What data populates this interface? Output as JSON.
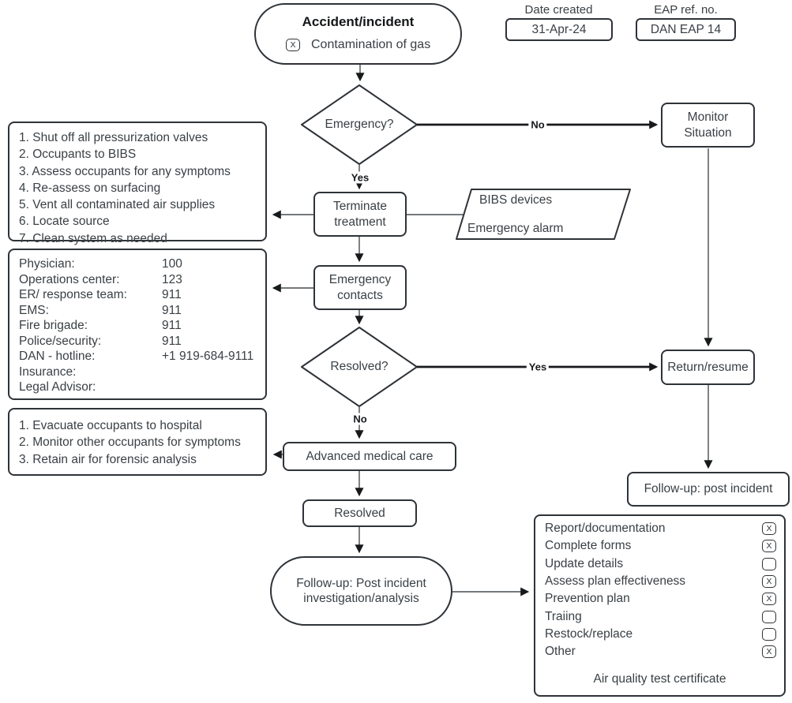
{
  "header": {
    "date_created": {
      "label": "Date created",
      "value": "31-Apr-24"
    },
    "eap_ref": {
      "label": "EAP ref. no.",
      "value": "DAN EAP 14"
    }
  },
  "start": {
    "title": "Accident/incident",
    "checkbox_mark": "X",
    "checkbox_label": "Contamination of gas"
  },
  "decisions": {
    "emergency": {
      "label": "Emergency?",
      "yes": "Yes",
      "no": "No"
    },
    "resolved": {
      "label": "Resolved?",
      "yes": "Yes",
      "no": "No"
    }
  },
  "nodes": {
    "monitor": "Monitor Situation",
    "terminate": "Terminate treatment",
    "bibs": {
      "line1": "BIBS devices",
      "line2": "Emergency alarm"
    },
    "contacts": "Emergency contacts",
    "return": "Return/resume",
    "advanced": "Advanced medical care",
    "resolved_box": "Resolved",
    "followup_oval": {
      "line1": "Follow-up: Post incident",
      "line2": "investigation/analysis"
    },
    "followup_post": "Follow-up: post incident"
  },
  "procedure_steps": {
    "items": [
      "1. Shut off all pressurization valves",
      "2. Occupants to BIBS",
      "3. Assess occupants for any symptoms",
      "4. Re-assess on surfacing",
      "5. Vent all contaminated air supplies",
      "6. Locate source",
      "7. Clean system as needed"
    ]
  },
  "emergency_contacts": {
    "rows": [
      {
        "label": "Physician:",
        "value": "100"
      },
      {
        "label": "Operations center:",
        "value": "123"
      },
      {
        "label": "ER/ response team:",
        "value": "911"
      },
      {
        "label": "EMS:",
        "value": "911"
      },
      {
        "label": "Fire brigade:",
        "value": "911"
      },
      {
        "label": "Police/security:",
        "value": "911"
      },
      {
        "label": "DAN - hotline:",
        "value": "+1 919-684-9111"
      },
      {
        "label": "Insurance:",
        "value": ""
      },
      {
        "label": "Legal Advisor:",
        "value": ""
      }
    ]
  },
  "medical_steps": {
    "items": [
      "1. Evacuate occupants to hospital",
      "2. Monitor other occupants for symptoms",
      "3. Retain air for forensic analysis"
    ]
  },
  "checklist": {
    "items": [
      {
        "label": "Report/documentation",
        "mark": "X"
      },
      {
        "label": "Complete forms",
        "mark": "X"
      },
      {
        "label": "Update details",
        "mark": ""
      },
      {
        "label": "Assess plan effectiveness",
        "mark": "X"
      },
      {
        "label": "Prevention plan",
        "mark": "X"
      },
      {
        "label": "Traiing",
        "mark": ""
      },
      {
        "label": "Restock/replace",
        "mark": ""
      },
      {
        "label": "Other",
        "mark": "X"
      }
    ],
    "footer": "Air quality test certificate"
  },
  "colors": {
    "border": "#2e3338",
    "text": "#3a4045",
    "thin_line": "#474c50",
    "thick_line": "#17191b",
    "background": "#ffffff"
  }
}
